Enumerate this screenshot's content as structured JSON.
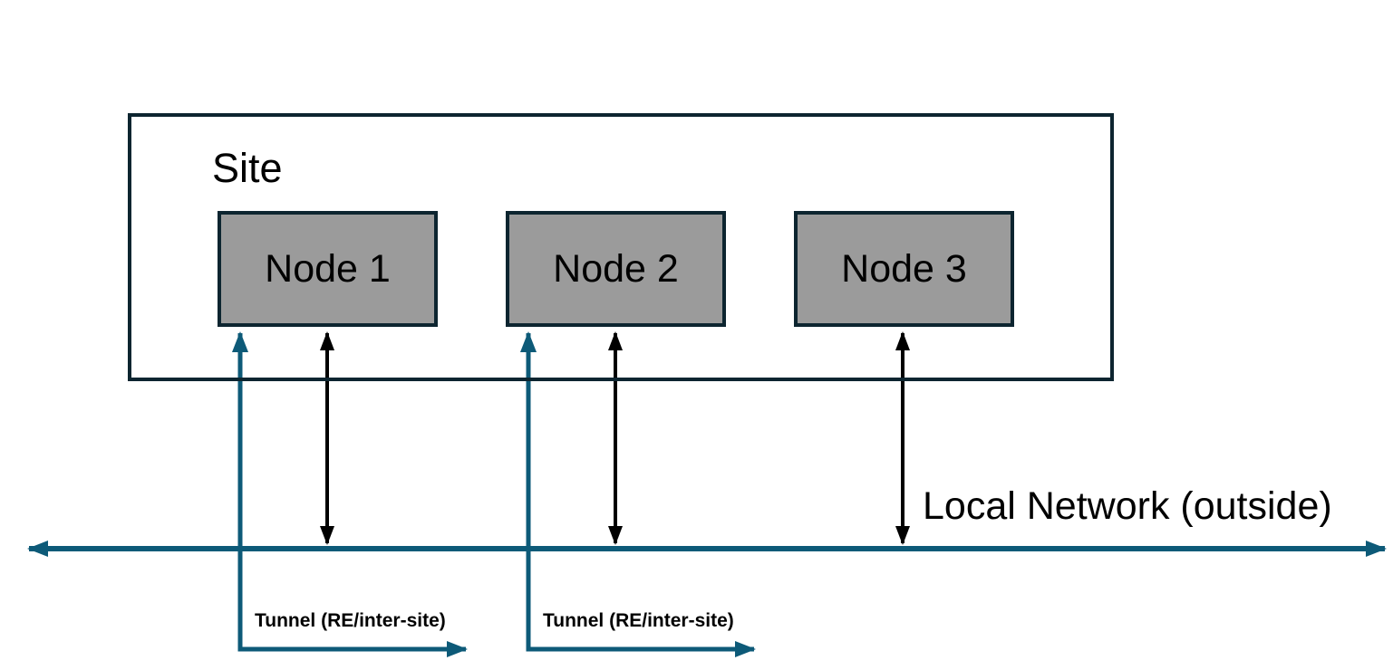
{
  "diagram": {
    "site": {
      "label": "Site"
    },
    "nodes": [
      {
        "label": "Node 1"
      },
      {
        "label": "Node 2"
      },
      {
        "label": "Node 3"
      }
    ],
    "network": {
      "label": "Local Network (outside)"
    },
    "tunnels": [
      {
        "label": "Tunnel (RE/inter-site)"
      },
      {
        "label": "Tunnel (RE/inter-site)"
      }
    ],
    "icons": [
      "double-headed-horizontal-arrow-icon",
      "double-headed-vertical-arrow-icon",
      "elbow-tunnel-arrow-icon"
    ],
    "colors": {
      "teal": "#0d5a78",
      "node_fill": "#9b9b9b",
      "border_dark": "#0d2530",
      "black": "#000000",
      "background": "#ffffff"
    }
  }
}
